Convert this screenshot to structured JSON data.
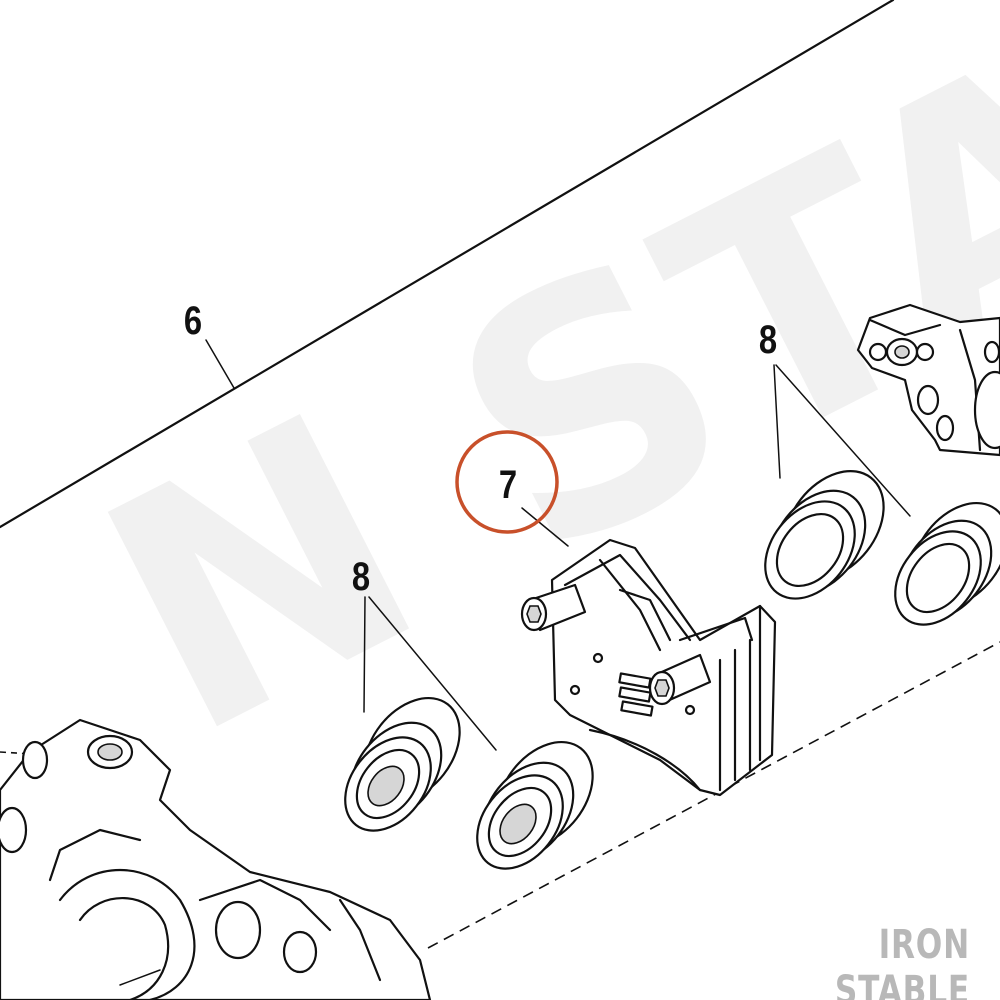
{
  "watermark": {
    "text": "N STAB"
  },
  "brand": {
    "text": "IRON STABLE"
  },
  "callouts": [
    {
      "id": "c6",
      "label": "6"
    },
    {
      "id": "c7",
      "label": "7",
      "highlight_color": "#c8502a"
    },
    {
      "id": "c8a",
      "label": "8"
    },
    {
      "id": "c8b",
      "label": "8"
    }
  ],
  "colors": {
    "line": "#111111",
    "watermark": "#f1f1f1",
    "brand": "#b8b8b8",
    "highlight": "#c8502a"
  }
}
